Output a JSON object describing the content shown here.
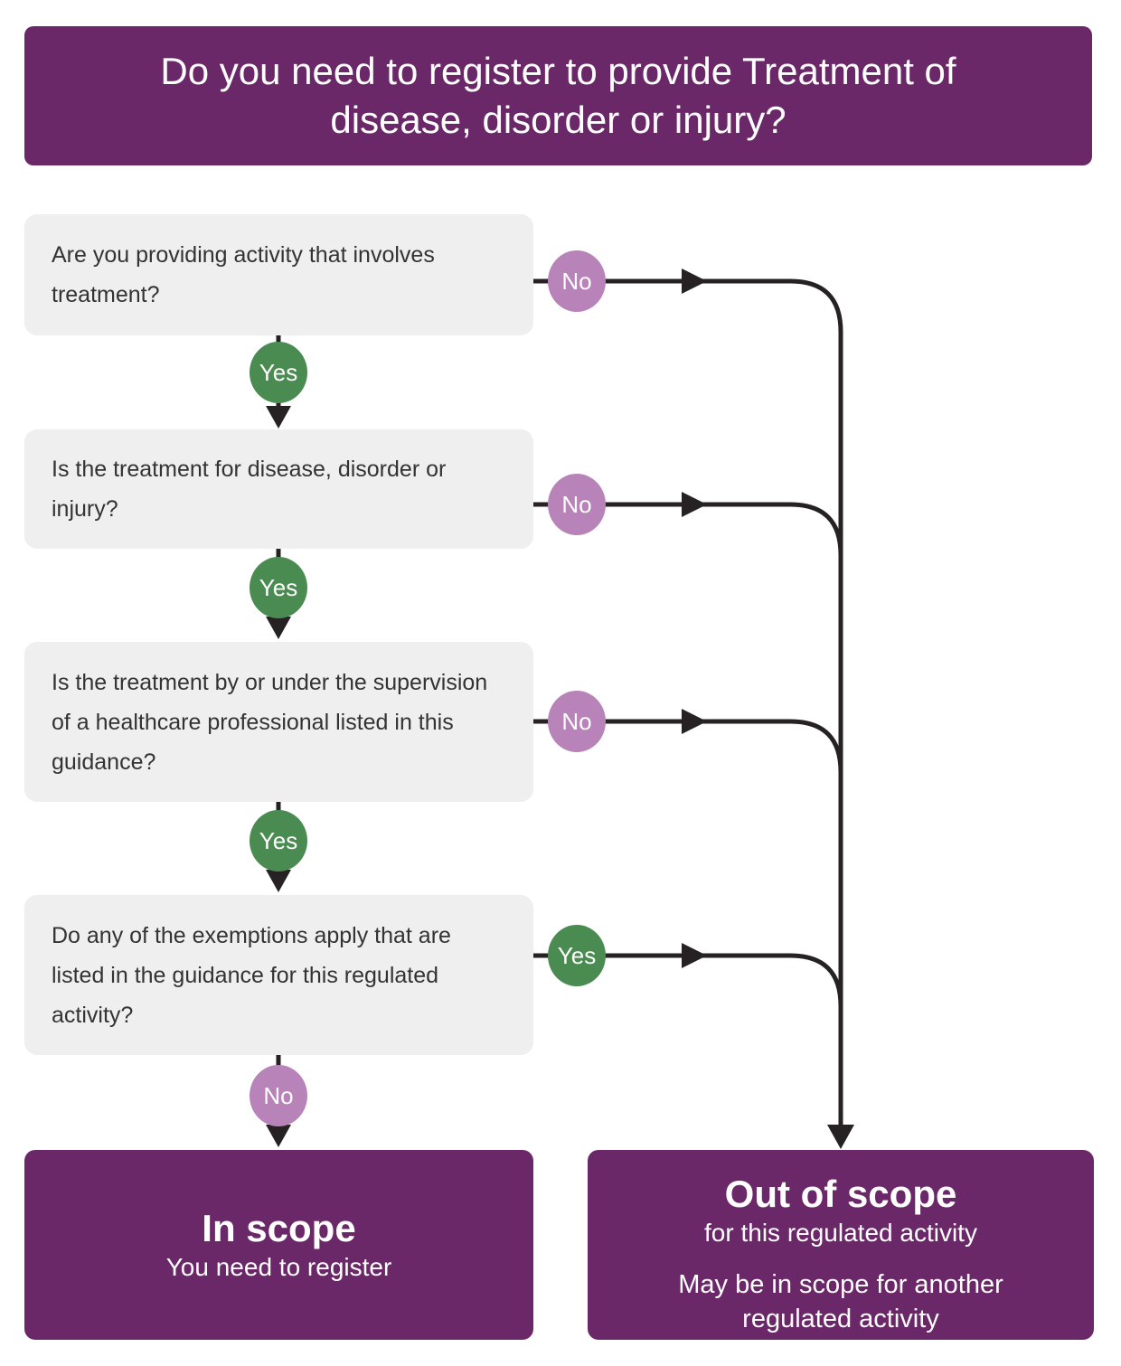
{
  "title": "Do you need to register to provide Treatment of\ndisease, disorder or injury?",
  "questions": [
    {
      "text": "Are you providing activity that involves\ntreatment?",
      "side_answer": "No",
      "down_answer": "Yes"
    },
    {
      "text": "Is the treatment for disease, disorder or\ninjury?",
      "side_answer": "No",
      "down_answer": "Yes"
    },
    {
      "text": "Is the treatment by or under the supervision\nof a healthcare professional listed in this\nguidance?",
      "side_answer": "No",
      "down_answer": "Yes"
    },
    {
      "text": "Do any of the exemptions apply that are\nlisted in the guidance for this regulated\nactivity?",
      "side_answer": "Yes",
      "down_answer": "No"
    }
  ],
  "outcomes": {
    "in_scope": {
      "title": "In scope",
      "subtitle": "You need to register"
    },
    "out_of_scope": {
      "title": "Out of scope",
      "subtitle": "for this regulated activity",
      "note": "May be in scope for another\nregulated activity"
    }
  },
  "colors": {
    "purple": "#6B2868",
    "mauve": "#B783B9",
    "green": "#4A8B51",
    "line": "#262223",
    "box_bg": "#EFEFEF",
    "box_text": "#333333",
    "white_text": "#FFFFFF"
  }
}
